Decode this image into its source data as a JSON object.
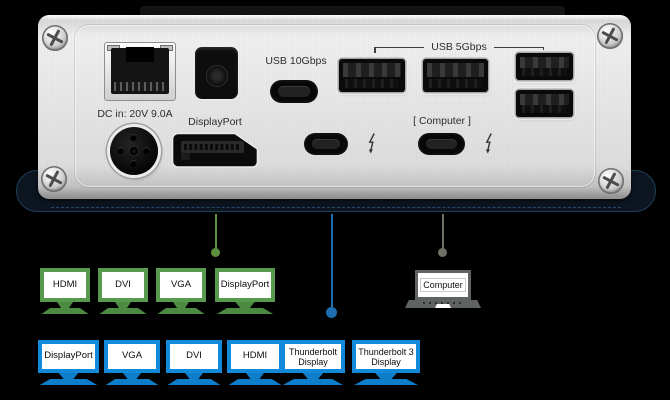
{
  "dock": {
    "labels": {
      "dc": "DC in: 20V 9.0A",
      "displayport": "DisplayPort",
      "usb10": "USB 10Gbps",
      "usb5": "USB 5Gbps",
      "computer": "[ Computer ]"
    },
    "ports": [
      "ethernet",
      "toslink-optical-audio",
      "usb-c-10gbps",
      "usb-a-5gbps-1",
      "usb-a-5gbps-2",
      "usb-a-5gbps-3",
      "usb-a-5gbps-4",
      "dc-power-in",
      "displayport",
      "thunderbolt-usb-c-downstream",
      "thunderbolt-usb-c-computer"
    ],
    "icons": [
      "thunderbolt-icon",
      "thunderbolt-icon",
      "screw-icon",
      "screw-icon",
      "screw-icon",
      "screw-icon"
    ]
  },
  "connections": {
    "green": {
      "monitors": [
        "HDMI",
        "DVI",
        "VGA",
        "DisplayPort"
      ]
    },
    "blue": {
      "monitors": [
        "DisplayPort",
        "VGA",
        "DVI",
        "HDMI",
        "Thunderbolt Display",
        "Thunderbolt 3 Display"
      ]
    },
    "gray": {
      "device": "Computer"
    }
  },
  "colors": {
    "monitor_green": "#579a4d",
    "stand_green": "#4c8a42",
    "monitor_blue": "#1289d9",
    "stand_blue": "#0e7ecb",
    "line_green": "#5d8f3f",
    "line_blue": "#1d6fb2",
    "line_gray": "#6d7163",
    "laptop_gray": "#5f6463",
    "label_dark": "#2d2d2d",
    "base_navy": "#0c1520"
  }
}
